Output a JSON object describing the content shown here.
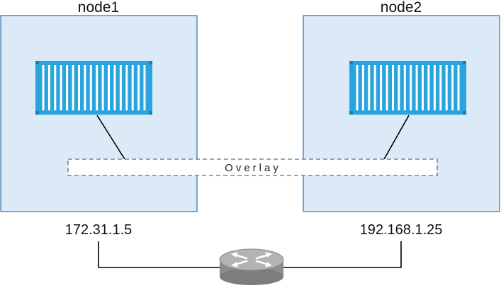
{
  "nodes": [
    {
      "name": "node1",
      "ip": "172.31.1.5"
    },
    {
      "name": "node2",
      "ip": "192.168.1.25"
    }
  ],
  "overlay": {
    "label": "Overlay"
  },
  "icons": {
    "container": "shipping-container-icon",
    "router": "router-icon"
  },
  "colors": {
    "node_fill": "#dce9f6",
    "node_border": "#5b87b8",
    "container": "#2aa4dc",
    "overlay_border": "#4f6f96",
    "router": "#9a9a9a",
    "link": "#000000"
  }
}
